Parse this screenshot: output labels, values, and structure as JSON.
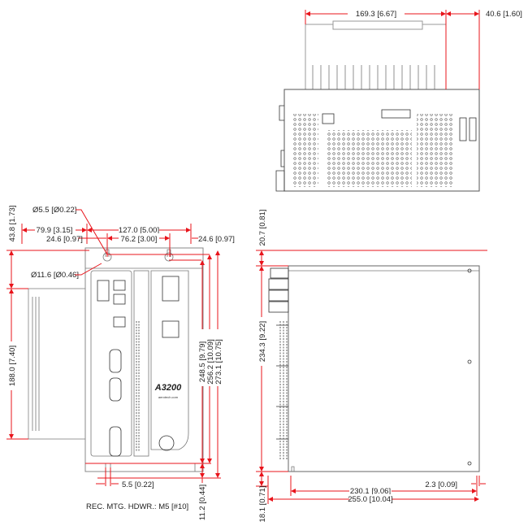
{
  "drawing": {
    "top_view": {
      "width_dim": "169.3 [6.67]",
      "depth_dim": "40.6 [1.60]"
    },
    "front_view": {
      "hole_small": "Ø5.5 [Ø0.22]",
      "hole_large": "Ø11.6 [Ø0.46]",
      "left_offset": "79.9 [3.15]",
      "overall_width": "127.0 [5.00]",
      "left_edge": "24.6 [0.97]",
      "hole_spacing": "76.2 [3.00]",
      "right_edge": "24.6 [0.97]",
      "top_offset": "43.8 [1.73]",
      "heatsink_height": "188.0 [7.40]",
      "hole_to_slot": "248.5 [9.79]",
      "hole_to_bottom": "256.2 [10.09]",
      "overall_height": "273.1 [10.75]",
      "bottom_slot_height": "11.2 [0.44]",
      "slot_width": "5.5 [0.22]",
      "mounting_note": "REC. MTG. HDWR.: M5 [#10]",
      "logo": "A3200",
      "brand": "aerotech.com"
    },
    "side_view": {
      "top_dim": "20.7 [0.81]",
      "body_height": "234.3 [9.22]",
      "bottom_dim": "18.1 [0.71]",
      "right_offset": "2.3 [0.09]",
      "body_depth": "230.1 [9.06]",
      "overall_depth": "255.0 [10.04]"
    }
  }
}
